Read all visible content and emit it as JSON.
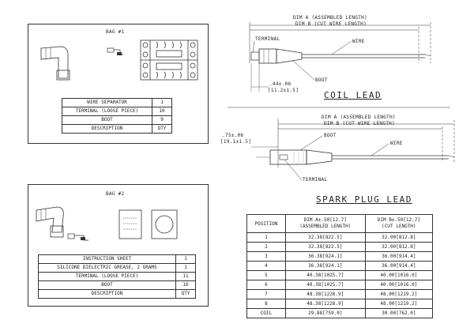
{
  "bag1": {
    "title": "BAG #1",
    "rows": [
      {
        "description": "WIRE SEPARATOR",
        "qty": "1"
      },
      {
        "description": "TERMINAL (LOOSE PIECE)",
        "qty": "10"
      },
      {
        "description": "BOOT",
        "qty": "9"
      },
      {
        "description": "DESCRIPTION",
        "qty": "QTY"
      }
    ]
  },
  "bag2": {
    "title": "BAG #2",
    "rows": [
      {
        "description": "INSTRUCTION SHEET",
        "qty": "1"
      },
      {
        "description": "SILICONE DIELECTRIC GREASE, 2 GRAMS",
        "qty": "1"
      },
      {
        "description": "TERMINAL (LOOSE PIECE)",
        "qty": "11"
      },
      {
        "description": "BOOT",
        "qty": "10"
      },
      {
        "description": "DESCRIPTION",
        "qty": "QTY"
      }
    ]
  },
  "coil": {
    "dim_a": "DIM A (ASSEMBLED LENGTH)",
    "dim_b": "DIM B (CUT WIRE LENGTH)",
    "terminal": "TERMINAL",
    "wire": "WIRE",
    "boot": "BOOT",
    "dim_small": ".44±.06",
    "dim_small_mm": "[11.2±1.5]",
    "title": "COIL LEAD"
  },
  "spark": {
    "dim_a": "DIM A (ASSEMBLED LENGTH)",
    "dim_b": "DIM B (CUT WIRE LENGTH)",
    "boot": "BOOT",
    "wire": "WIRE",
    "terminal": "TERMINAL",
    "dim_small": ".75±.06",
    "dim_small_mm": "[19.1±1.5]",
    "title": "SPARK PLUG LEAD"
  },
  "spec_table": {
    "headers": [
      "POSITION",
      "DIM A±.50[12.7]",
      "(ASSEMBLED LENGTH)",
      "DIM B±.50[12.7]",
      "(CUT LENGTH)"
    ],
    "rows": [
      {
        "pos": "1",
        "a": "32.38[822.5]",
        "b": "32.00[812.8]"
      },
      {
        "pos": "2",
        "a": "32.38[822.5]",
        "b": "32.00[812.8]"
      },
      {
        "pos": "3",
        "a": "36.38[924.1]",
        "b": "36.00[914.4]"
      },
      {
        "pos": "4",
        "a": "36.38[924.1]",
        "b": "36.00[914.4]"
      },
      {
        "pos": "5",
        "a": "40.38[1025.7]",
        "b": "40.00[1016.0]"
      },
      {
        "pos": "6",
        "a": "40.38[1025.7]",
        "b": "40.00[1016.0]"
      },
      {
        "pos": "7",
        "a": "48.38[1228.9]",
        "b": "48.00[1219.2]"
      },
      {
        "pos": "8",
        "a": "48.38[1228.9]",
        "b": "48.00[1219.2]"
      },
      {
        "pos": "COIL",
        "a": "29.88[759.0]",
        "b": "30.00[762.0]"
      }
    ]
  }
}
